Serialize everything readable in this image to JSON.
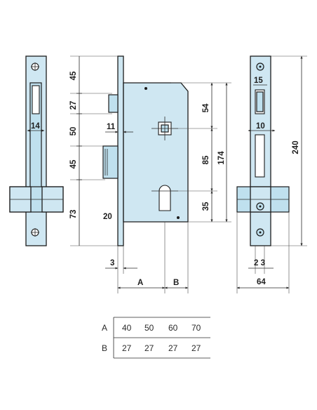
{
  "dimensions": {
    "left_view": {
      "strike_width": "14"
    },
    "front_view": {
      "heights": [
        "45",
        "27",
        "50",
        "45",
        "73"
      ],
      "bolt_throw": "11",
      "front_plate": "20",
      "front_thickness": "3",
      "A": "A",
      "B": "B",
      "key_to_cyl": "54",
      "cyl_to_bottom": "35",
      "between_holes": "85",
      "case_height": "174"
    },
    "right_view": {
      "top_slot": "15",
      "mid_slot": "10",
      "overall_height": "240",
      "offsets": "2 3",
      "width": "64"
    }
  },
  "table": {
    "rows": [
      {
        "label": "A",
        "values": [
          "40",
          "50",
          "60",
          "70"
        ]
      },
      {
        "label": "B",
        "values": [
          "27",
          "27",
          "27",
          "27"
        ]
      }
    ]
  },
  "colors": {
    "metal": "#cfe7f2",
    "outline": "#1c1c1c",
    "text": "#1e1e1e"
  }
}
